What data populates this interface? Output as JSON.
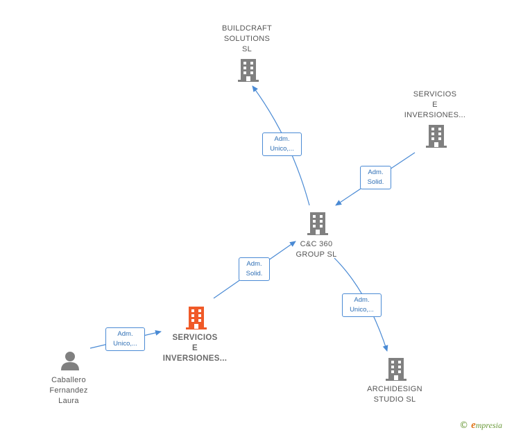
{
  "nodes": {
    "buildcraft": {
      "lines": [
        "BUILDCRAFT",
        "SOLUTIONS",
        "SL"
      ],
      "type": "company"
    },
    "servicios_top": {
      "lines": [
        "SERVICIOS",
        "E",
        "INVERSIONES..."
      ],
      "type": "company"
    },
    "cc360": {
      "lines": [
        "C&C 360",
        "GROUP  SL"
      ],
      "type": "company"
    },
    "servicios_focus": {
      "lines": [
        "SERVICIOS",
        "E",
        "INVERSIONES..."
      ],
      "type": "company-focus"
    },
    "archidesign": {
      "lines": [
        "ARCHIDESIGN",
        "STUDIO  SL"
      ],
      "type": "company"
    },
    "person": {
      "lines": [
        "Caballero",
        "Fernandez",
        "Laura"
      ],
      "type": "person"
    }
  },
  "edges": {
    "cc_buildcraft": {
      "lines": [
        "Adm.",
        "Unico,..."
      ]
    },
    "servtop_cc": {
      "lines": [
        "Adm.",
        "Solid."
      ]
    },
    "servfocus_cc": {
      "lines": [
        "Adm.",
        "Solid."
      ]
    },
    "cc_archidesign": {
      "lines": [
        "Adm.",
        "Unico,..."
      ]
    },
    "person_servfocus": {
      "lines": [
        "Adm.",
        "Unico,..."
      ]
    }
  },
  "colors": {
    "company_icon": "#808080",
    "focus_icon": "#f05a28",
    "edge": "#4a8ad4"
  },
  "footer": {
    "copyright": "©",
    "brand_e": "e",
    "brand_rest": "mpresia"
  }
}
